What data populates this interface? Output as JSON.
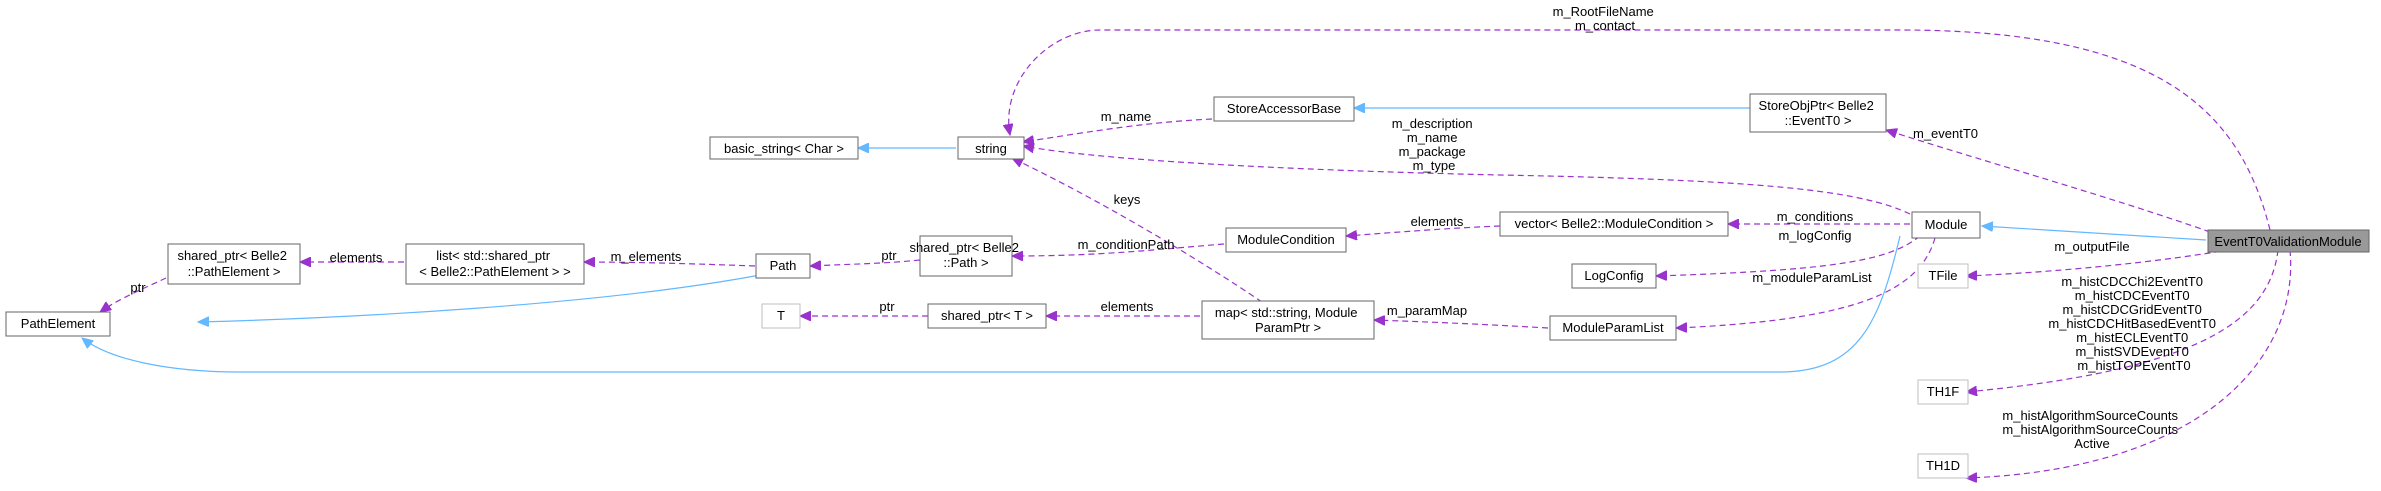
{
  "nodes": {
    "event_t0_validation_module": [
      "EventT0ValidationModule"
    ],
    "module": [
      "Module"
    ],
    "string": [
      "string"
    ],
    "basic_string": [
      "basic_string< Char >"
    ],
    "store_accessor_base": [
      "StoreAccessorBase"
    ],
    "store_obj_ptr": [
      "StoreObjPtr< Belle2",
      "::EventT0 >"
    ],
    "vector_module_condition": [
      "vector< Belle2::ModuleCondition >"
    ],
    "module_condition": [
      "ModuleCondition"
    ],
    "log_config": [
      "LogConfig"
    ],
    "module_param_list": [
      "ModuleParamList"
    ],
    "map_module_param": [
      "map< std::string, Module",
      "ParamPtr >"
    ],
    "shared_ptr_path": [
      "shared_ptr< Belle2",
      "::Path >"
    ],
    "shared_ptr_t": [
      "shared_ptr< T >"
    ],
    "t_template": [
      "T"
    ],
    "path": [
      "Path"
    ],
    "list_shared_ptr": [
      "list< std::shared_ptr",
      "< Belle2::PathElement > >"
    ],
    "shared_ptr_path_element": [
      "shared_ptr< Belle2",
      "::PathElement >"
    ],
    "path_element": [
      "PathElement"
    ],
    "tfile": [
      "TFile"
    ],
    "th1f": [
      "TH1F"
    ],
    "th1d": [
      "TH1D"
    ]
  },
  "edge_labels": {
    "root_file_contact": [
      "m_RootFileName",
      "m_contact"
    ],
    "m_name": [
      "m_name"
    ],
    "module_strings": [
      "m_description",
      "m_name",
      "m_package",
      "m_type"
    ],
    "m_event_t0": [
      "m_eventT0"
    ],
    "m_conditions": [
      "m_conditions"
    ],
    "elements_condition": [
      "elements"
    ],
    "m_log_config": [
      "m_logConfig"
    ],
    "m_output_file": [
      "m_outputFile"
    ],
    "m_module_param_list": [
      "m_moduleParamList"
    ],
    "m_param_map": [
      "m_paramMap"
    ],
    "keys": [
      "keys"
    ],
    "elements_shared_t": [
      "elements"
    ],
    "ptr_t": [
      "ptr"
    ],
    "m_condition_path": [
      "m_conditionPath"
    ],
    "ptr_path": [
      "ptr"
    ],
    "m_elements": [
      "m_elements"
    ],
    "elements_path_element": [
      "elements"
    ],
    "ptr_path_element": [
      "ptr"
    ],
    "histos_th1f": [
      "m_histCDCChi2EventT0",
      "m_histCDCEventT0",
      "m_histCDCGridEventT0",
      "m_histCDCHitBasedEventT0",
      "m_histECLEventT0",
      "m_histSVDEventT0",
      "m_histTOPEventT0"
    ],
    "histos_th1d": [
      "m_histAlgorithmSourceCounts",
      "m_histAlgorithmSourceCounts",
      "Active"
    ]
  },
  "colors": {
    "inheritance_edge": "#63b8ff",
    "usage_edge": "#9a32cd",
    "focus_node_fill": "#999999",
    "node_border": "#666666",
    "external_node_border": "#bfbfbf"
  }
}
